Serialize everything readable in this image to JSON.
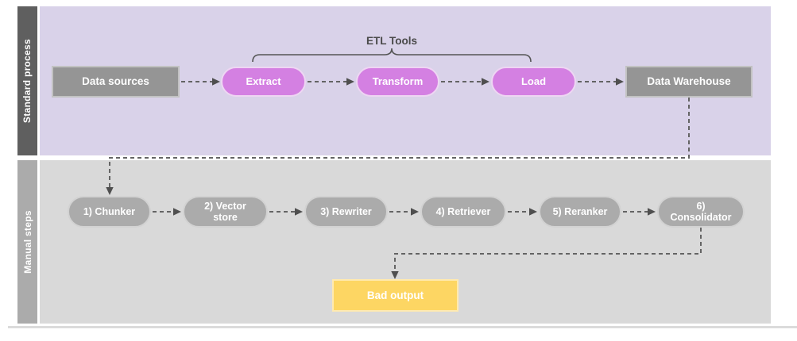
{
  "diagram": {
    "lanes": [
      {
        "label": "Standard process"
      },
      {
        "label": "Manual steps"
      }
    ],
    "annotation": {
      "label": "ETL Tools"
    },
    "nodes": {
      "data_sources": {
        "label": "Data sources"
      },
      "extract": {
        "label": "Extract"
      },
      "transform": {
        "label": "Transform"
      },
      "load": {
        "label": "Load"
      },
      "data_warehouse": {
        "label": "Data Warehouse"
      },
      "chunker": {
        "label": "1) Chunker"
      },
      "vector_store": {
        "label": "2) Vector store"
      },
      "rewriter": {
        "label": "3) Rewriter"
      },
      "retriever": {
        "label": "4) Retriever"
      },
      "reranker": {
        "label": "5) Reranker"
      },
      "consolidator": {
        "label": "6) Consolidator"
      },
      "bad_output": {
        "label": "Bad output"
      }
    },
    "colors": {
      "lane1_bar": "#5f5f5f",
      "lane1_bg": "#d9d2e9",
      "lane2_bar": "#ababab",
      "lane2_bg": "#d9d9d9",
      "gray_box": "#959595",
      "etl_pill": "#d480e2",
      "gray_pill": "#ababab",
      "bad_output_box": "#fdd663",
      "connector": "#646464"
    }
  }
}
